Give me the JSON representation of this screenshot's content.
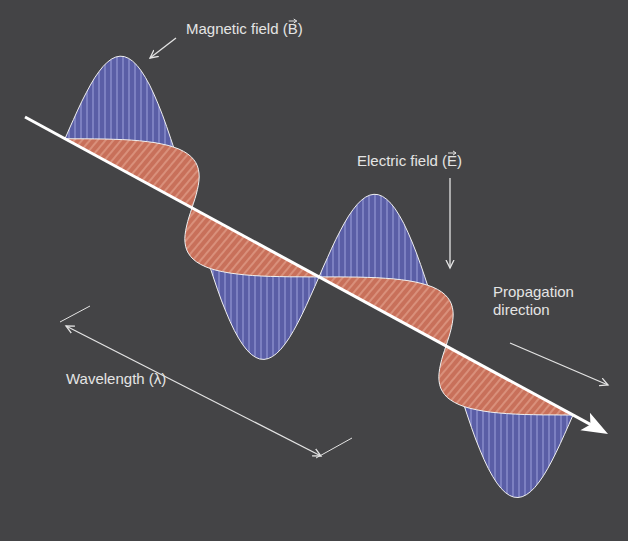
{
  "diagram": {
    "labels": [
      "Magnetic field (B)",
      "Electric field (E)",
      "Propagation direction",
      "Wavelength (λ)"
    ]
  }
}
